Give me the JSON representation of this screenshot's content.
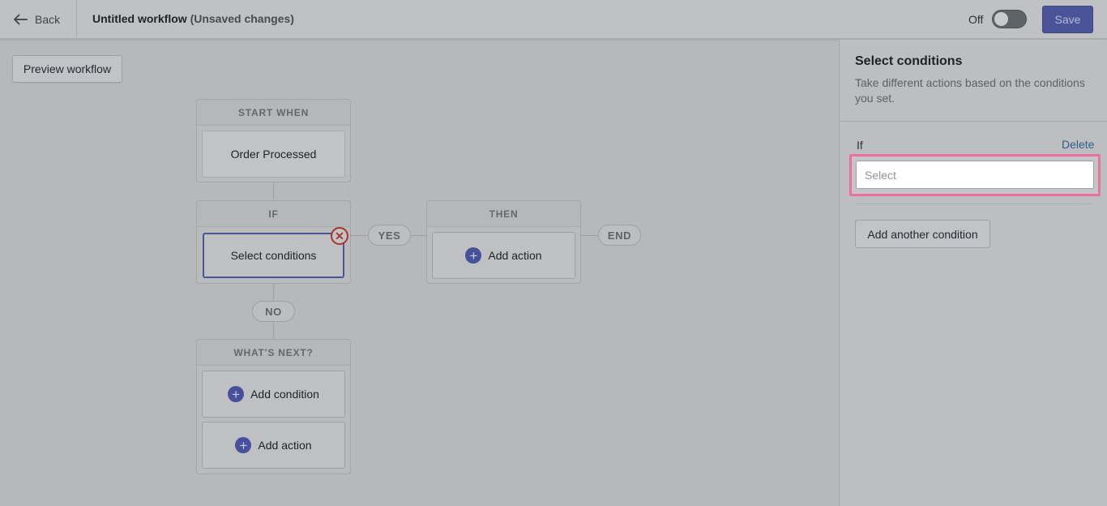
{
  "topbar": {
    "back_label": "Back",
    "title": "Untitled workflow",
    "unsaved": "(Unsaved changes)",
    "toggle_label": "Off",
    "save_label": "Save"
  },
  "canvas": {
    "preview_label": "Preview workflow",
    "start_node": {
      "header": "START WHEN",
      "card": "Order Processed"
    },
    "if_node": {
      "header": "IF",
      "card": "Select conditions"
    },
    "yes_label": "YES",
    "then_node": {
      "header": "THEN",
      "card": "Add action"
    },
    "end_label": "END",
    "no_label": "NO",
    "next_node": {
      "header": "WHAT'S NEXT?",
      "condition_card": "Add condition",
      "action_card": "Add action"
    }
  },
  "panel": {
    "title": "Select conditions",
    "description": "Take different actions based on the conditions you set.",
    "if_label": "If",
    "delete_label": "Delete",
    "select_placeholder": "Select",
    "add_condition_label": "Add another condition"
  },
  "colors": {
    "accent": "#4a5499",
    "highlight": "#ed6f9b",
    "error": "#a8342b",
    "link": "#2f5e8a"
  }
}
